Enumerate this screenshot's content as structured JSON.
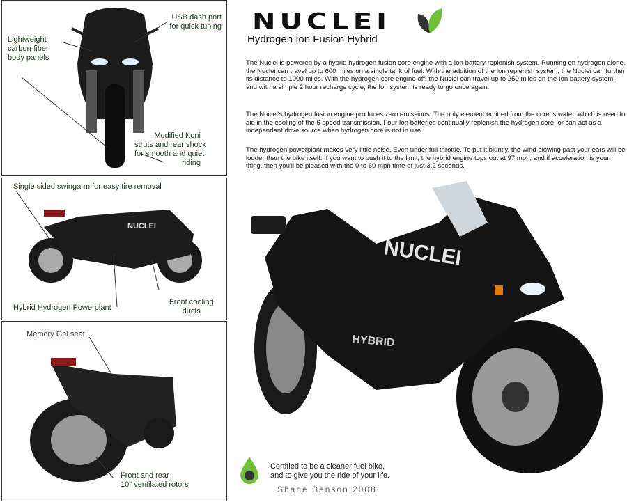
{
  "brand": {
    "logo_text": "NUCLEI",
    "subtitle": "Hydrogen Ion Fusion Hybrid",
    "leaf_icon": "leaf-icon"
  },
  "paragraphs": [
    "The Nuclei is powered by a hybrid hydrogen fusion core engine with a Ion battery replenish system. Running on hydrogen alone, the Nuclei can travel up to 600 miles on a single tank of fuel. With the addition of the Ion replenish system, the Nuclei can further its distance to 1000 miles. With the hydrogen core engine off, the Nuclei can travel up to 250 miles on the Ion battery system, and with a simple 2 hour recharge cycle, the Ion system is ready to go once again.",
    "The Nuclei's hydrogen fusion engine produces zero emissions. The only element emitted from the core is water, which is used to aid in the cooling of the 6 speed transmission. Four Ion batteries continually replenish the hydrogen core, or can act as a independant drive source when hydrogen core is not in use.",
    "The hydrogen powerplant makes very little noise. Even under full throttle. To put it bluntly, the wind blowing past your ears will be louder than the bike itself. If you want to push it to the limit, the hybrid engine tops out at 97 mph, and if acceleration is your thing, then you'll be pleased with the 0 to 60 mph time of just 3.2 seconds."
  ],
  "panels": {
    "front": {
      "usb": "USB dash port\nfor quick tuning",
      "panels": "Lightweight\ncarbon-fiber\nbody panels",
      "koni": "Modified Koni\nstruts and rear shock\nfor smooth and quiet\nriding"
    },
    "side": {
      "swingarm": "Single sided swingarm for easy tire removal",
      "powerplant": "Hybrid Hydrogen Powerplant",
      "ducts": "Front cooling\nducts"
    },
    "rear": {
      "seat": "Memory Gel seat",
      "rotors": "Front and rear\n10\" ventilated rotors"
    }
  },
  "bike_lettering": {
    "name": "NUCLEI",
    "badge": "HYBRID"
  },
  "footer": {
    "certified": "Certified to be a cleaner fuel bike,\nand to give you the ride of your life.",
    "author": "Shane Benson 2008"
  }
}
